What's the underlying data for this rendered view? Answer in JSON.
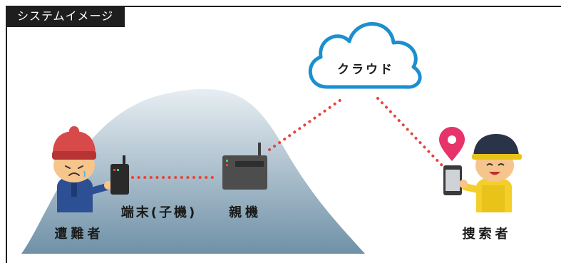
{
  "title": "システムイメージ",
  "cloud": {
    "label": "クラウド"
  },
  "labels": {
    "victim": "遭難者",
    "child_device": "端末(子機)",
    "parent_device": "親機",
    "searcher": "捜索者"
  },
  "colors": {
    "frame": "#1e1e1e",
    "mountain_top": "#e8eef3",
    "mountain_bottom": "#6f91a7",
    "cloud_stroke": "#1b8fd0",
    "link_dots": "#e8443a",
    "pin": "#e6336a"
  }
}
